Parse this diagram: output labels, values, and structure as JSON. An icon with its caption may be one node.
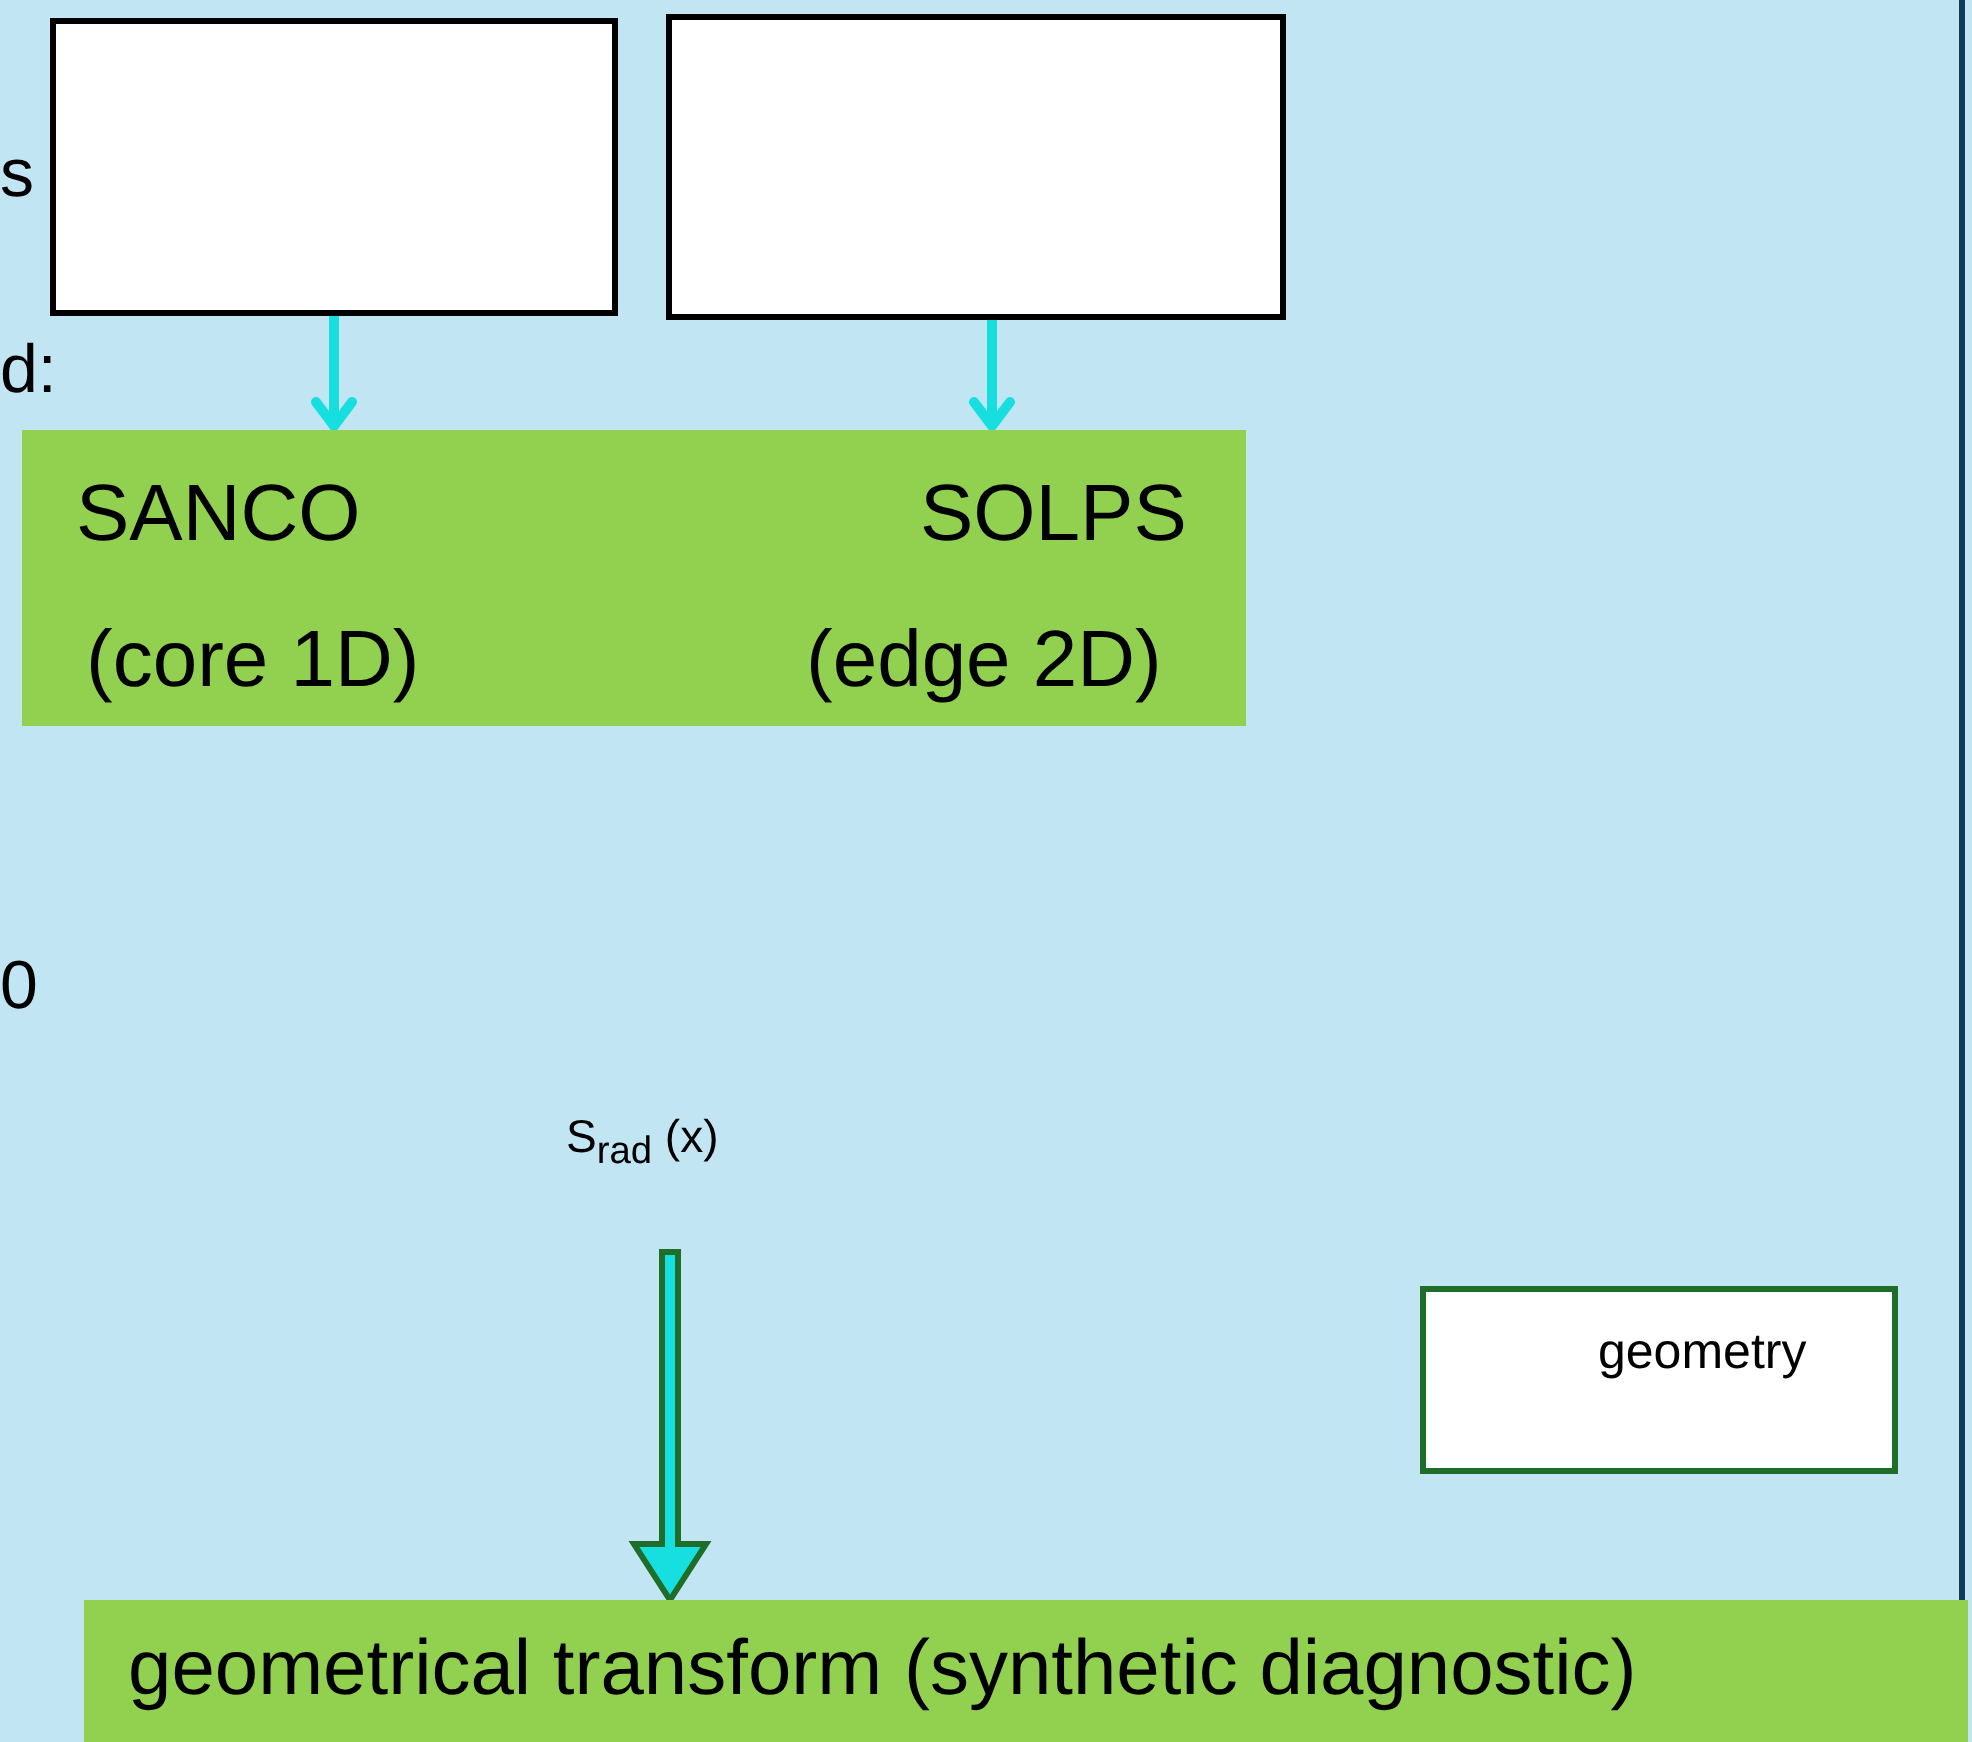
{
  "diagram": {
    "nodes": [
      {
        "text": [],
        "shape": "box"
      },
      {
        "text": [],
        "shape": "box"
      },
      {
        "text": [
          "SANCO",
          "(core 1D)",
          "SOLPS",
          "(edge 2D)"
        ]
      },
      {
        "text": [
          "S$_{rad}$ (x)"
        ]
      },
      {
        "text": [
          "geometrical transform (synthetic diagnostic)"
        ]
      },
      {
        "text": [
          "geometry"
        ]
      }
    ],
    "edges": [
      {
        "from": 0,
        "to": 2,
        "arrow": "to"
      },
      {
        "from": 1,
        "to": 2,
        "arrow": "to"
      },
      {
        "from": 3,
        "to": 4,
        "arrow": "to",
        "style": "thick",
        "color": "#1e6e2a"
      }
    ],
    "labels": [
      "s",
      "d:",
      "0"
    ]
  }
}
